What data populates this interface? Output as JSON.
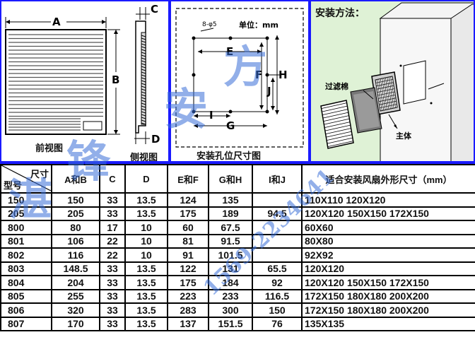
{
  "drawing": {
    "front": {
      "dim_a": "A",
      "dim_b": "B",
      "caption": "前视图"
    },
    "side": {
      "dim_c": "C",
      "dim_d": "D",
      "caption": "侧视图"
    },
    "holes": {
      "unit": "单位：mm",
      "slot": "8-φ5",
      "dim_e": "E",
      "dim_f": "F",
      "dim_g": "G",
      "dim_h": "H",
      "dim_i": "I",
      "dim_j": "J",
      "caption": "安装孔位尺寸图"
    },
    "install": {
      "title": "安装方法：",
      "filter_label": "过滤棉",
      "body_label": "主体"
    }
  },
  "table": {
    "header": {
      "corner_top": "尺寸",
      "corner_bottom": "型号",
      "columns": [
        "A和B",
        "C",
        "D",
        "E和F",
        "G和H",
        "I和J",
        "适合安装风扇外形尺寸（mm）"
      ]
    },
    "rows": [
      {
        "model": "150",
        "ab": "150",
        "c": "33",
        "d": "13.5",
        "ef": "124",
        "gh": "135",
        "ij": "",
        "fan": "110X110 120X120"
      },
      {
        "model": "205",
        "ab": "205",
        "c": "33",
        "d": "13.5",
        "ef": "175",
        "gh": "189",
        "ij": "94.5",
        "fan": "120X120 150X150 172X150"
      },
      {
        "model": "800",
        "ab": "80",
        "c": "17",
        "d": "10",
        "ef": "60",
        "gh": "67.5",
        "ij": "",
        "fan": "60X60"
      },
      {
        "model": "801",
        "ab": "106",
        "c": "22",
        "d": "10",
        "ef": "81",
        "gh": "91.5",
        "ij": "",
        "fan": "80X80"
      },
      {
        "model": "802",
        "ab": "116",
        "c": "22",
        "d": "10",
        "ef": "91",
        "gh": "101.5",
        "ij": "",
        "fan": "92X92"
      },
      {
        "model": "803",
        "ab": "148.5",
        "c": "33",
        "d": "13.5",
        "ef": "122",
        "gh": "131",
        "ij": "65.5",
        "fan": "120X120"
      },
      {
        "model": "804",
        "ab": "204",
        "c": "33",
        "d": "13.5",
        "ef": "175",
        "gh": "184",
        "ij": "92",
        "fan": "120X120 150X150 172X150"
      },
      {
        "model": "805",
        "ab": "255",
        "c": "33",
        "d": "13.5",
        "ef": "223",
        "gh": "233",
        "ij": "116.5",
        "fan": "172X150 180X180 200X200"
      },
      {
        "model": "806",
        "ab": "320",
        "c": "33",
        "d": "13.5",
        "ef": "283",
        "gh": "300",
        "ij": "150",
        "fan": "172X150 180X180 200X200"
      },
      {
        "model": "807",
        "ab": "170",
        "c": "33",
        "d": "13.5",
        "ef": "137",
        "gh": "151.5",
        "ij": "76",
        "fan": "135X135"
      }
    ]
  },
  "watermark": {
    "chars": [
      "湛",
      "锋",
      "安",
      "方"
    ],
    "phone": "1569-2234641"
  },
  "colors": {
    "border_blue": "#1a1aff",
    "install_bg": "#dff2d6",
    "watermark": "#3a6fd8"
  }
}
